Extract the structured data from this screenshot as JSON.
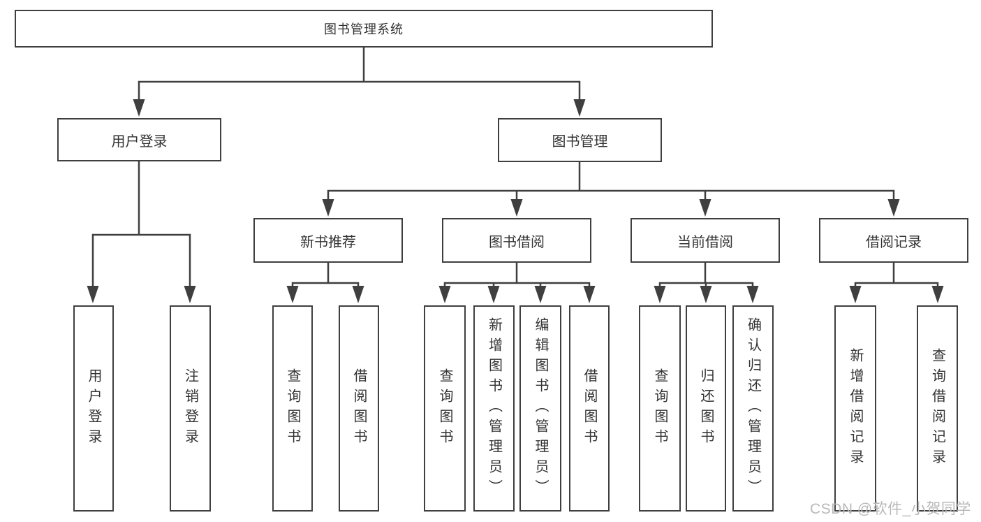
{
  "tree": {
    "label": "图书管理系统",
    "children": [
      {
        "label": "用户登录",
        "children": [
          {
            "label": "用户登录"
          },
          {
            "label": "注销登录"
          }
        ]
      },
      {
        "label": "图书管理",
        "children": [
          {
            "label": "新书推荐",
            "children": [
              {
                "label": "查询图书"
              },
              {
                "label": "借阅图书"
              }
            ]
          },
          {
            "label": "图书借阅",
            "children": [
              {
                "label": "查询图书"
              },
              {
                "label": "新增图书（管理员）"
              },
              {
                "label": "编辑图书（管理员）"
              },
              {
                "label": "借阅图书"
              }
            ]
          },
          {
            "label": "当前借阅",
            "children": [
              {
                "label": "查询图书"
              },
              {
                "label": "归还图书"
              },
              {
                "label": "确认归还（管理员）"
              }
            ]
          },
          {
            "label": "借阅记录",
            "children": [
              {
                "label": "新增借阅记录"
              },
              {
                "label": "查询借阅记录"
              }
            ]
          }
        ]
      }
    ]
  },
  "watermark": {
    "text": "CSDN @软件_小贺同学"
  },
  "colors": {
    "line": "#3f3f3f",
    "text": "#333333",
    "watermark": "#b9b9b9",
    "background": "#ffffff"
  }
}
